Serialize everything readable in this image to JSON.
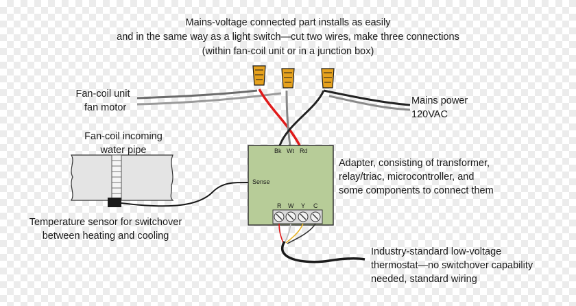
{
  "header": {
    "line1": "Mains-voltage connected part installs as easily",
    "line2": "and in the same way as a light switch—cut two wires, make three connections",
    "line3": "(within fan-coil unit or in a junction box)"
  },
  "fan_motor": {
    "line1": "Fan-coil unit",
    "line2": "fan motor"
  },
  "mains": {
    "line1": "Mains power",
    "line2": "120VAC"
  },
  "water_pipe": {
    "line1": "Fan-coil incoming",
    "line2": "water pipe"
  },
  "adapter": {
    "line1": "Adapter, consisting of transformer,",
    "line2": "relay/triac, microcontroller, and",
    "line3": "some components to connect them",
    "top_terminals": [
      "Bk",
      "Wt",
      "Rd"
    ],
    "bottom_terminals": [
      "R",
      "W",
      "Y",
      "C"
    ],
    "sense_label": "Sense"
  },
  "sensor": {
    "line1": "Temperature sensor for switchover",
    "line2": "between heating and cooling"
  },
  "thermostat": {
    "line1": "Industry-standard low-voltage",
    "line2": "thermostat—no switchover capability",
    "line3": "needed, standard wiring"
  },
  "colors": {
    "box_fill": "#b7cc98",
    "wire_red": "#e01b1b",
    "wire_black": "#1a1a1a",
    "wire_gray": "#888888",
    "wire_white": "#d8d8d8",
    "wire_yellow": "#e8b52a",
    "wire_nut": "#e6a21e"
  }
}
